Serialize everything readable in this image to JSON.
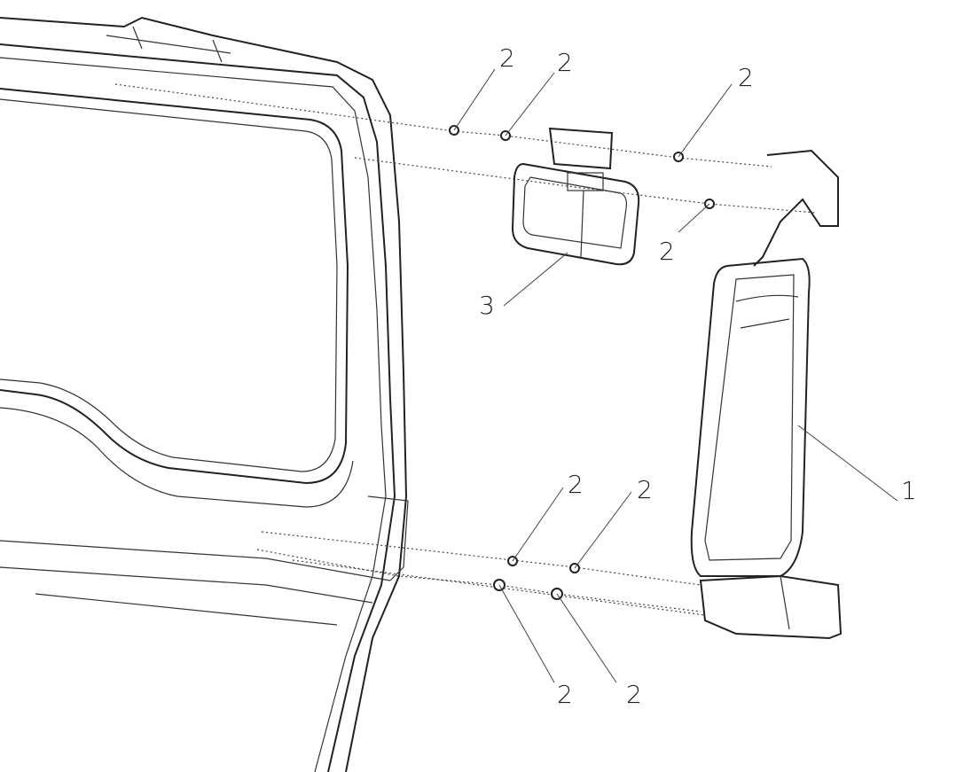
{
  "diagram": {
    "callouts": [
      {
        "id": "nut-top-1",
        "label": "2"
      },
      {
        "id": "nut-top-2",
        "label": "2"
      },
      {
        "id": "nut-top-3",
        "label": "2"
      },
      {
        "id": "nut-mid",
        "label": "2"
      },
      {
        "id": "nut-low-1",
        "label": "2"
      },
      {
        "id": "nut-low-2",
        "label": "2"
      },
      {
        "id": "nut-bottom-1",
        "label": "2"
      },
      {
        "id": "nut-bottom-2",
        "label": "2"
      },
      {
        "id": "auxiliary-mirror",
        "label": "3"
      },
      {
        "id": "main-mirror",
        "label": "1"
      }
    ]
  }
}
